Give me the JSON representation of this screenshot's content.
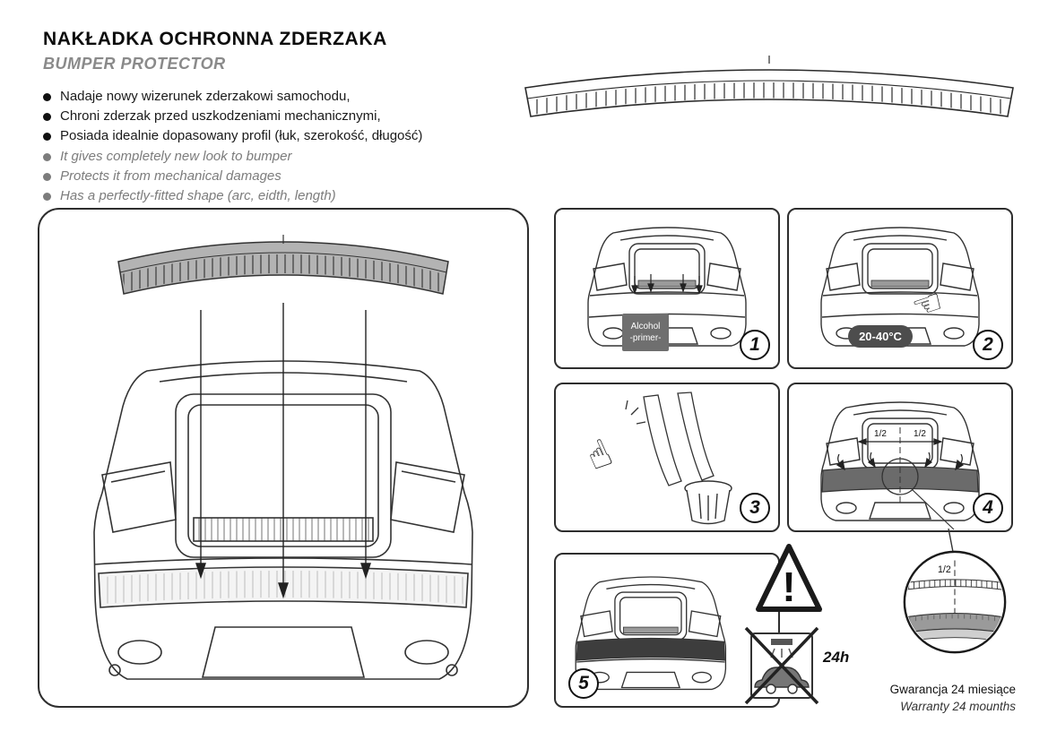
{
  "header": {
    "title_pl": "NAKŁADKA OCHRONNA ZDERZAKA",
    "title_en": "BUMPER PROTECTOR"
  },
  "features_pl": [
    "Nadaje nowy wizerunek zderzakowi samochodu,",
    "Chroni zderzak przed uszkodzeniami mechanicznymi,",
    "Posiada idealnie dopasowany profil (łuk, szerokość, długość)"
  ],
  "features_en": [
    "It gives completely new look to bumper",
    "Protects it from mechanical damages",
    "Has a perfectly-fitted shape (arc, eidth, length)"
  ],
  "steps": {
    "one": {
      "number": "1",
      "label_line1": "Alcohol",
      "label_line2": "-primer-"
    },
    "two": {
      "number": "2",
      "label": "20-40°C"
    },
    "three": {
      "number": "3"
    },
    "four": {
      "number": "4",
      "half_left": "1/2",
      "half_right": "1/2"
    },
    "five": {
      "number": "5",
      "no_wash_label": "24h",
      "warning_mark": "!"
    }
  },
  "detail_view": {
    "half": "1/2"
  },
  "footer": {
    "warranty_pl": "Gwarancja 24 miesiące",
    "warranty_en": "Warranty 24 mounths"
  },
  "icons": {
    "hand_pointing": "☜",
    "hand_peel": "☝"
  },
  "colors": {
    "text_secondary": "#7c7c7c",
    "protector_gray": "#b3b3b3",
    "label_dark": "#4d4d4d",
    "line": "#2e2e2e"
  }
}
